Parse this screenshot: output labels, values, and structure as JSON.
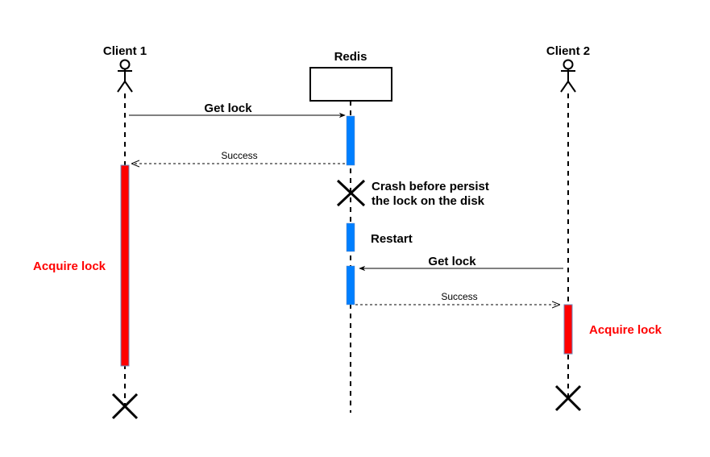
{
  "diagram": {
    "type": "sequence",
    "participants": [
      {
        "id": "client1",
        "label": "Client 1",
        "kind": "actor"
      },
      {
        "id": "redis",
        "label": "Redis",
        "kind": "box"
      },
      {
        "id": "client2",
        "label": "Client 2",
        "kind": "actor"
      }
    ],
    "messages": [
      {
        "from": "client1",
        "to": "redis",
        "label": "Get lock",
        "style": "solid",
        "emphasis": "bold"
      },
      {
        "from": "redis",
        "to": "client1",
        "label": "Success",
        "style": "dashed",
        "emphasis": "normal"
      },
      {
        "from": "client2",
        "to": "redis",
        "label": "Get lock",
        "style": "solid",
        "emphasis": "bold"
      },
      {
        "from": "redis",
        "to": "client2",
        "label": "Success",
        "style": "dashed",
        "emphasis": "normal"
      }
    ],
    "notes": {
      "crash_line1": "Crash before persist",
      "crash_line2": "the lock on the disk",
      "restart": "Restart",
      "client1_acquire": "Acquire lock",
      "client2_acquire": "Acquire lock"
    },
    "colors": {
      "redis_activation": "#007fff",
      "client_activation": "#ff0000",
      "acquire_text": "#ff0000",
      "line": "#000000"
    }
  }
}
